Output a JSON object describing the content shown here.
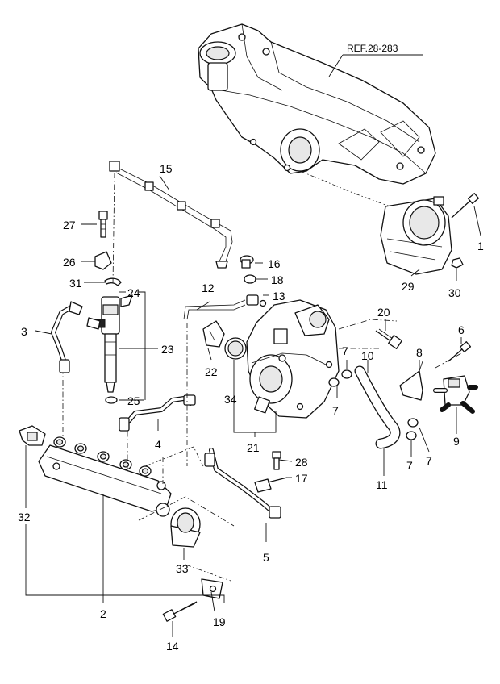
{
  "reference_label": "REF.28-283",
  "callouts": [
    "1",
    "2",
    "3",
    "4",
    "5",
    "6",
    "7",
    "8",
    "9",
    "10",
    "11",
    "12",
    "13",
    "14",
    "15",
    "16",
    "17",
    "18",
    "19",
    "20",
    "21",
    "22",
    "23",
    "24",
    "25",
    "26",
    "27",
    "28",
    "29",
    "30",
    "31",
    "32",
    "33",
    "34"
  ],
  "repeated_callouts": {
    "seven": "7"
  }
}
